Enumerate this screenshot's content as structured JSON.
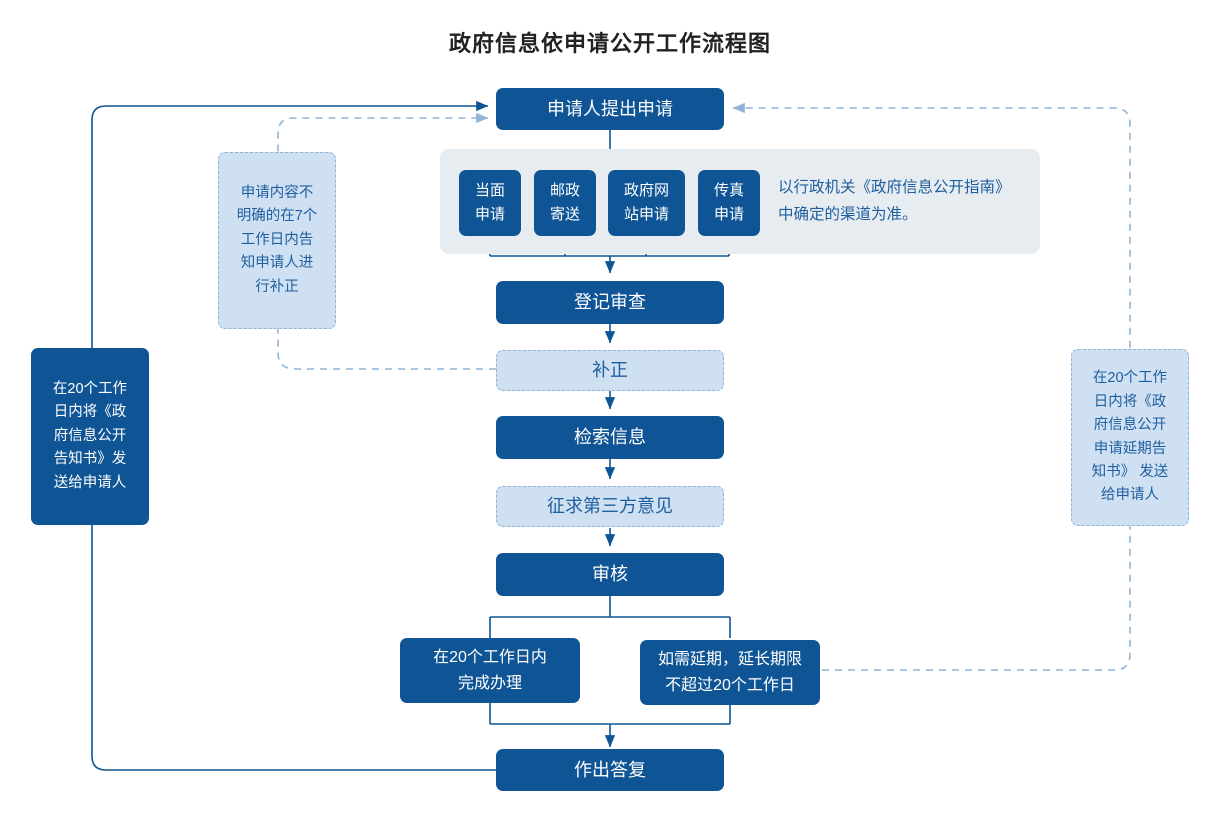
{
  "title": "政府信息依申请公开工作流程图",
  "colors": {
    "dark_blue": "#0f5596",
    "light_blue": "#cfe0f2",
    "light_blue_text": "#1f5fa0",
    "panel_gray": "#e7ecf0",
    "line_solid": "#0f5596",
    "line_dashed": "#8fb4d6",
    "title_text": "#222222",
    "background": "#ffffff"
  },
  "nodes": {
    "start": {
      "label": "申请人提出申请",
      "style": "dark"
    },
    "channels": [
      {
        "label": "当面\n申请",
        "style": "dark"
      },
      {
        "label": "邮政\n寄送",
        "style": "dark"
      },
      {
        "label": "政府网\n站申请",
        "style": "dark"
      },
      {
        "label": "传真\n申请",
        "style": "dark"
      }
    ],
    "channel_note": "以行政机关《政府信息公开指南》\n中确定的渠道为准。",
    "register": {
      "label": "登记审查",
      "style": "dark"
    },
    "supplement": {
      "label": "补正",
      "style": "light"
    },
    "retrieve": {
      "label": "检索信息",
      "style": "dark"
    },
    "third_party": {
      "label": "征求第三方意见",
      "style": "light"
    },
    "review": {
      "label": "审核",
      "style": "dark"
    },
    "finish_20": {
      "label": "在20个工作日内\n完成办理",
      "style": "dark"
    },
    "extend_20": {
      "label": "如需延期，延长期限\n不超过20个工作日",
      "style": "dark"
    },
    "reply": {
      "label": "作出答复",
      "style": "dark"
    },
    "note_left_light": {
      "label": "申请内容不\n明确的在7个\n工作日内告\n知申请人进\n行补正",
      "style": "light"
    },
    "note_left_dark": {
      "label": "在20个工作\n日内将《政\n府信息公开\n告知书》发\n送给申请人",
      "style": "dark"
    },
    "note_right_light": {
      "label": "在20个工作\n日内将《政\n府信息公开\n申请延期告\n知书》 发送\n给申请人",
      "style": "light"
    }
  },
  "flow": {
    "type": "flowchart",
    "direction": "top-to-bottom",
    "edges": [
      {
        "from": "start",
        "to": "channels",
        "style": "solid",
        "arrow": true
      },
      {
        "from": "channels",
        "to": "register",
        "style": "solid",
        "arrow": true
      },
      {
        "from": "register",
        "to": "supplement",
        "style": "solid",
        "arrow": true
      },
      {
        "from": "supplement",
        "to": "retrieve",
        "style": "solid",
        "arrow": true
      },
      {
        "from": "retrieve",
        "to": "third_party",
        "style": "solid",
        "arrow": true
      },
      {
        "from": "third_party",
        "to": "review",
        "style": "solid",
        "arrow": true
      },
      {
        "from": "review",
        "to": "finish_20",
        "style": "solid",
        "arrow": false
      },
      {
        "from": "review",
        "to": "extend_20",
        "style": "solid",
        "arrow": false
      },
      {
        "from": "finish_20",
        "to": "reply",
        "style": "solid",
        "arrow": true
      },
      {
        "from": "extend_20",
        "to": "reply",
        "style": "solid",
        "arrow": true
      },
      {
        "from": "reply",
        "to": "start",
        "style": "solid",
        "arrow": true,
        "route": "left-loop"
      },
      {
        "from": "supplement",
        "to": "start",
        "style": "dashed",
        "arrow": true,
        "route": "left-dashed-loop"
      },
      {
        "from": "extend_20",
        "to": "start",
        "style": "dashed",
        "arrow": true,
        "route": "right-dashed-loop"
      }
    ]
  }
}
